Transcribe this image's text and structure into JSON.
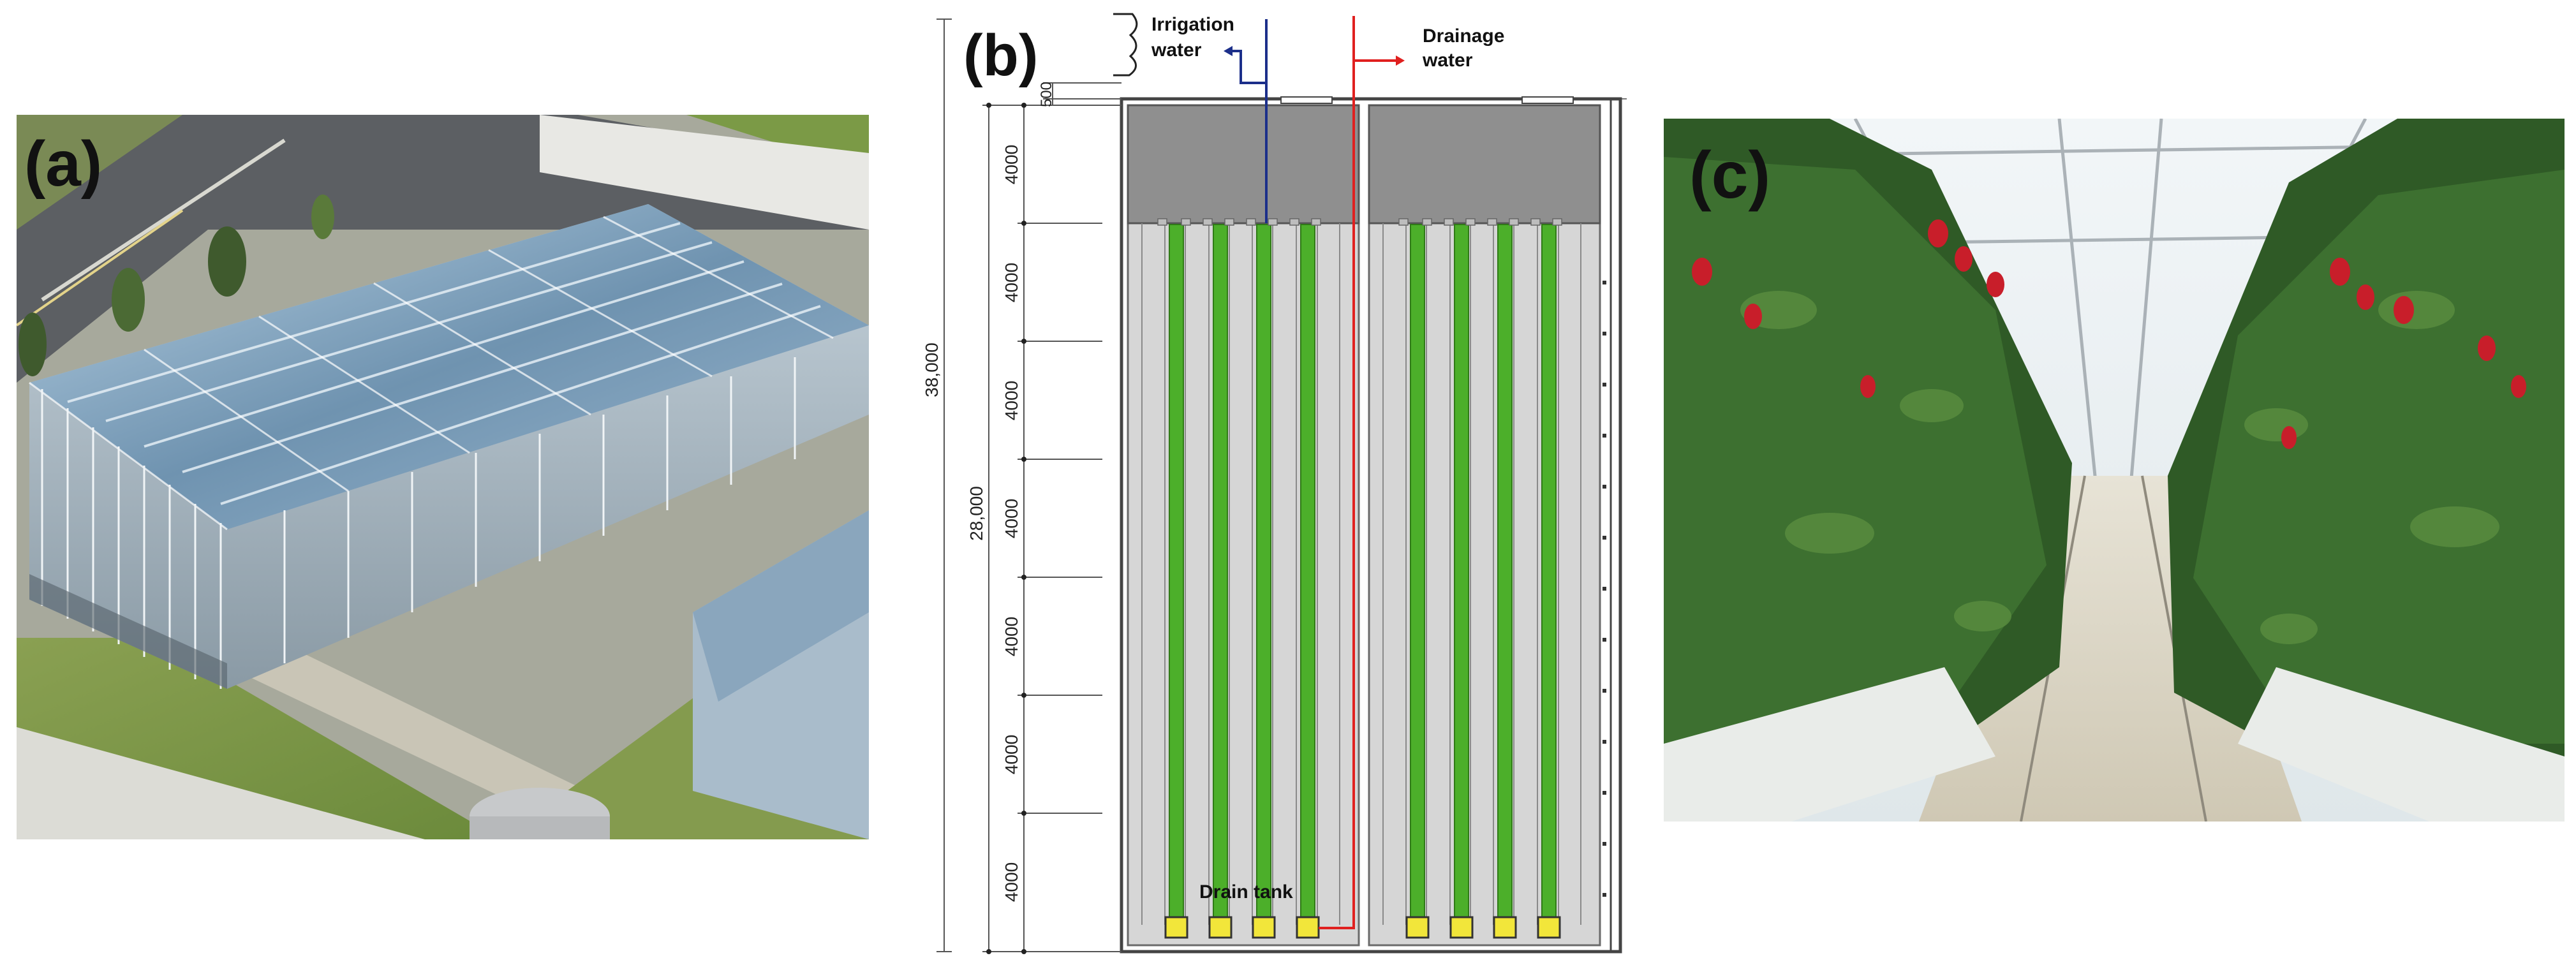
{
  "panel_a": {
    "label": "(a)",
    "photo_icon": "greenhouse-aerial-photo-icon"
  },
  "panel_b": {
    "label": "(b)",
    "irrigation_label_line1": "Irrigation",
    "irrigation_label_line2": "water",
    "drainage_label_line1": "Drainage",
    "drainage_label_line2": "water",
    "drain_tank_label": "Drain tank",
    "dim_top": "500",
    "dim_total": "38,000",
    "dim_inner": "28,000",
    "segment_dims": [
      "4000",
      "4000",
      "4000",
      "4000",
      "4000",
      "4000",
      "4000"
    ],
    "colors": {
      "irrigation": "#1c2f8a",
      "drainage": "#e0201f",
      "plant_row": "#4caf2a",
      "tank": "#f2e63a",
      "header_zone": "#8f8f8f",
      "bay_floor": "#d6d6d6"
    }
  },
  "panel_c": {
    "label": "(c)",
    "photo_icon": "pepper-crop-photo-icon"
  }
}
